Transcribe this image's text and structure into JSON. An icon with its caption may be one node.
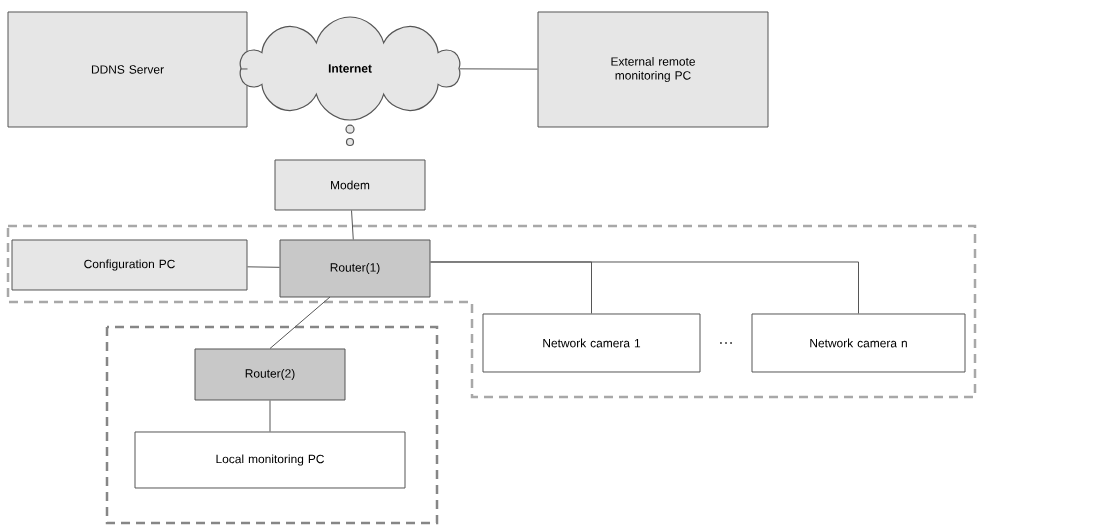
{
  "diagram": {
    "nodes": [
      {
        "text": [
          "DDNS Server"
        ]
      },
      {
        "text": [
          "Internet"
        ]
      },
      {
        "text": [
          "External remote monitoring PC"
        ]
      },
      {
        "text": [
          "Modem"
        ]
      },
      {
        "text": [],
        "shape": "box"
      },
      {
        "text": [
          "Configuration PC"
        ],
        "in": 4
      },
      {
        "text": [
          "Router(1)"
        ],
        "in": 4
      },
      {
        "text": [
          "Network camera 1"
        ],
        "in": 4
      },
      {
        "text": [
          "Network camera n"
        ],
        "in": 4
      },
      {
        "text": [],
        "shape": "box"
      },
      {
        "text": [
          "Router(2)"
        ],
        "in": 9
      },
      {
        "text": [
          "Local monitoring PC"
        ],
        "in": 9
      }
    ],
    "edges": [
      {
        "from": 0,
        "to": 1,
        "arrow": "none"
      },
      {
        "from": 1,
        "to": 2,
        "arrow": "none"
      },
      {
        "from": 1,
        "to": 3,
        "arrow": "none"
      },
      {
        "from": 3,
        "to": 6,
        "arrow": "none"
      },
      {
        "from": 5,
        "to": 6,
        "arrow": "none"
      },
      {
        "from": 6,
        "to": 7,
        "arrow": "none"
      },
      {
        "from": 6,
        "to": 8,
        "arrow": "none"
      },
      {
        "from": 6,
        "to": 10,
        "arrow": "none"
      },
      {
        "from": 10,
        "to": 11,
        "arrow": "none"
      }
    ],
    "labels": [
      "…"
    ]
  }
}
